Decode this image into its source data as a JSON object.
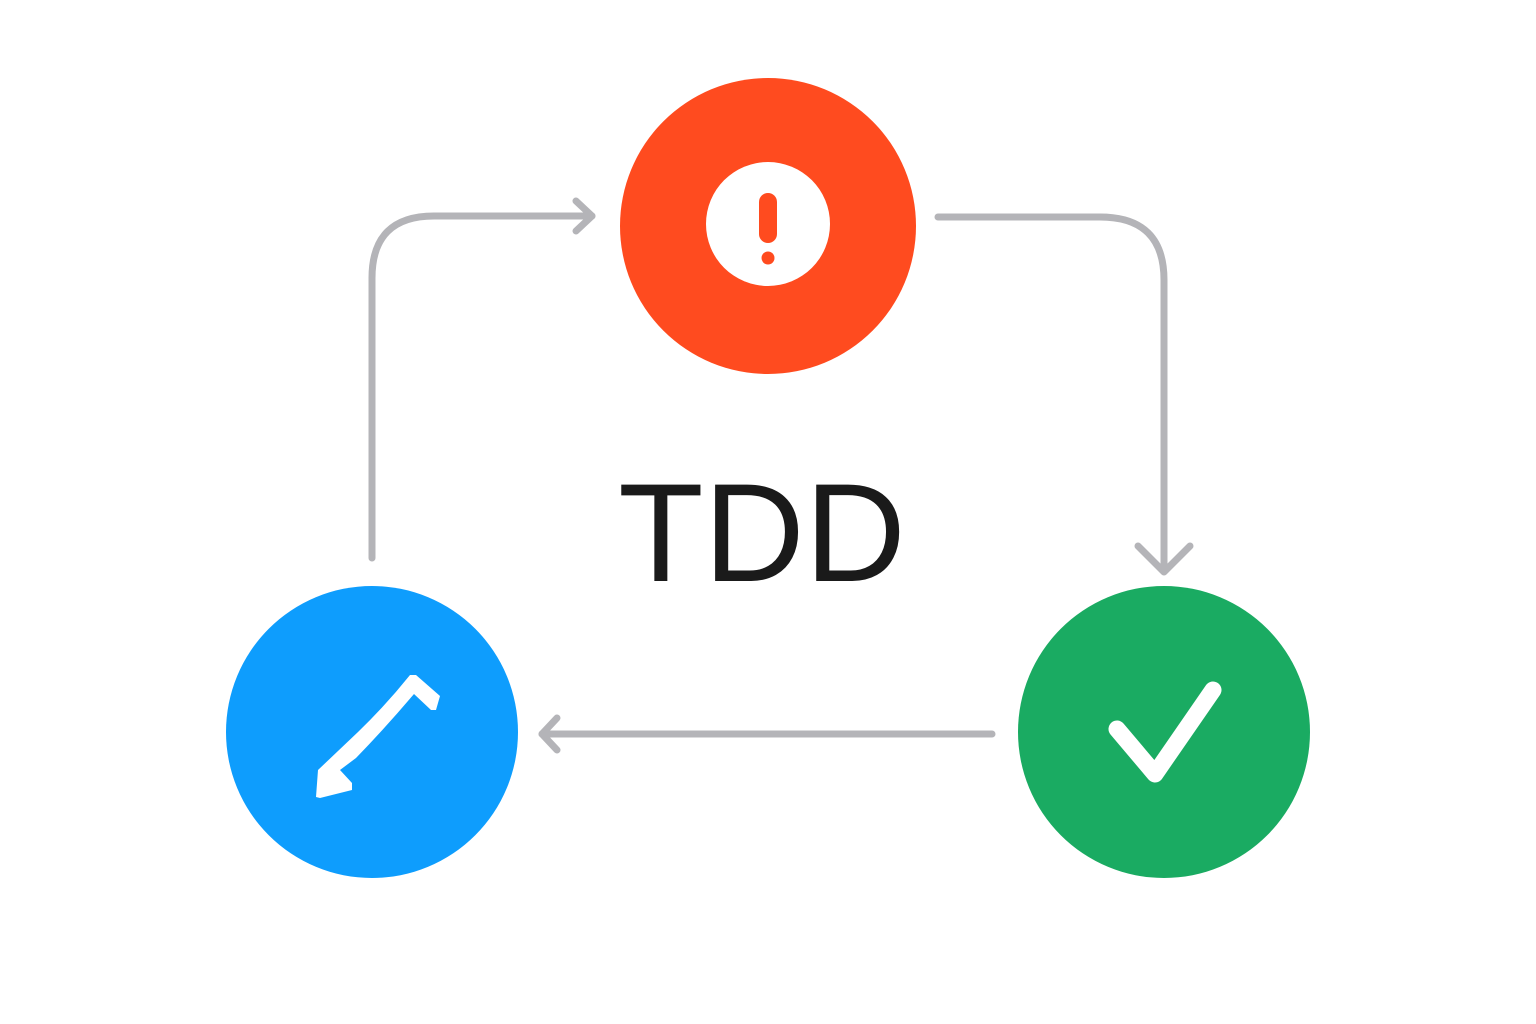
{
  "diagram": {
    "title": "TDD",
    "colors": {
      "background": "#ffffff",
      "title": "#1a1a1a",
      "connector": "#b4b4b8",
      "red": "#ff4b1f",
      "green": "#1aab62",
      "blue": "#0e9dfd",
      "icon": "#ffffff"
    },
    "nodes": [
      {
        "id": "red",
        "icon": "exclamation-icon"
      },
      {
        "id": "green",
        "icon": "checkmark-icon"
      },
      {
        "id": "blue",
        "icon": "wrench-icon"
      }
    ],
    "connections": [
      {
        "from": "blue",
        "to": "red"
      },
      {
        "from": "red",
        "to": "green"
      },
      {
        "from": "green",
        "to": "blue"
      }
    ]
  }
}
